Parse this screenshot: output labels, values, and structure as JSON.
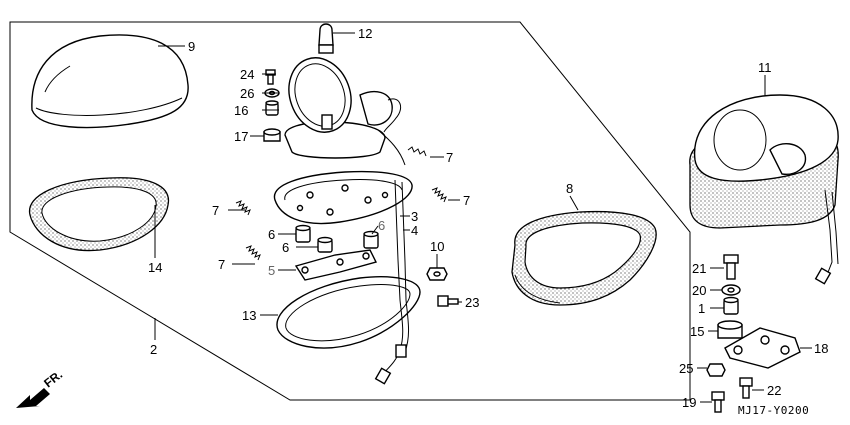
{
  "callouts": [
    {
      "id": "c1",
      "text": "1"
    },
    {
      "id": "c2",
      "text": "2"
    },
    {
      "id": "c3",
      "text": "3"
    },
    {
      "id": "c4",
      "text": "4"
    },
    {
      "id": "c5",
      "text": "5"
    },
    {
      "id": "c6a",
      "text": "6"
    },
    {
      "id": "c6b",
      "text": "6"
    },
    {
      "id": "c6c",
      "text": "6"
    },
    {
      "id": "c7a",
      "text": "7"
    },
    {
      "id": "c7b",
      "text": "7"
    },
    {
      "id": "c7c",
      "text": "7"
    },
    {
      "id": "c7d",
      "text": "7"
    },
    {
      "id": "c8",
      "text": "8"
    },
    {
      "id": "c9",
      "text": "9"
    },
    {
      "id": "c10",
      "text": "10"
    },
    {
      "id": "c11",
      "text": "11"
    },
    {
      "id": "c12",
      "text": "12"
    },
    {
      "id": "c13",
      "text": "13"
    },
    {
      "id": "c14",
      "text": "14"
    },
    {
      "id": "c15",
      "text": "15"
    },
    {
      "id": "c16",
      "text": "16"
    },
    {
      "id": "c17",
      "text": "17"
    },
    {
      "id": "c18",
      "text": "18"
    },
    {
      "id": "c19",
      "text": "19"
    },
    {
      "id": "c20",
      "text": "20"
    },
    {
      "id": "c21",
      "text": "21"
    },
    {
      "id": "c22",
      "text": "22"
    },
    {
      "id": "c23",
      "text": "23"
    },
    {
      "id": "c24",
      "text": "24"
    },
    {
      "id": "c25",
      "text": "25"
    },
    {
      "id": "c26",
      "text": "26"
    }
  ],
  "direction_label": "FR.",
  "diagram_code": "MJ17-Y0200"
}
